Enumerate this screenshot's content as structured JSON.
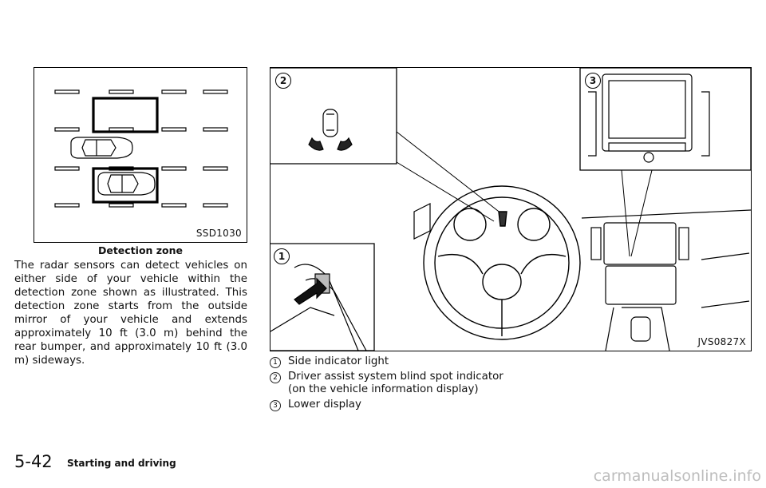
{
  "figure1": {
    "code": "SSD1030",
    "caption": "Detection zone"
  },
  "paragraph": "The radar sensors can detect vehicles on either side of your vehicle within the detection zone shown as illustrated. This detection zone starts from the outside mirror of your vehicle and extends approximately 10 ft (3.0 m) behind the rear bumper, and approximately 10 ft (3.0 m) sideways.",
  "figure2": {
    "code": "JVS0827X",
    "callouts": [
      "1",
      "2",
      "3"
    ]
  },
  "legend": [
    {
      "num": "1",
      "text": "Side indicator light"
    },
    {
      "num": "2",
      "text": "Driver assist system blind spot indicator (on the vehicle information display)"
    },
    {
      "num": "3",
      "text": "Lower display"
    }
  ],
  "footer": {
    "page_number": "5-42",
    "section": "Starting and driving"
  },
  "watermark": "carmanualsonline.info"
}
